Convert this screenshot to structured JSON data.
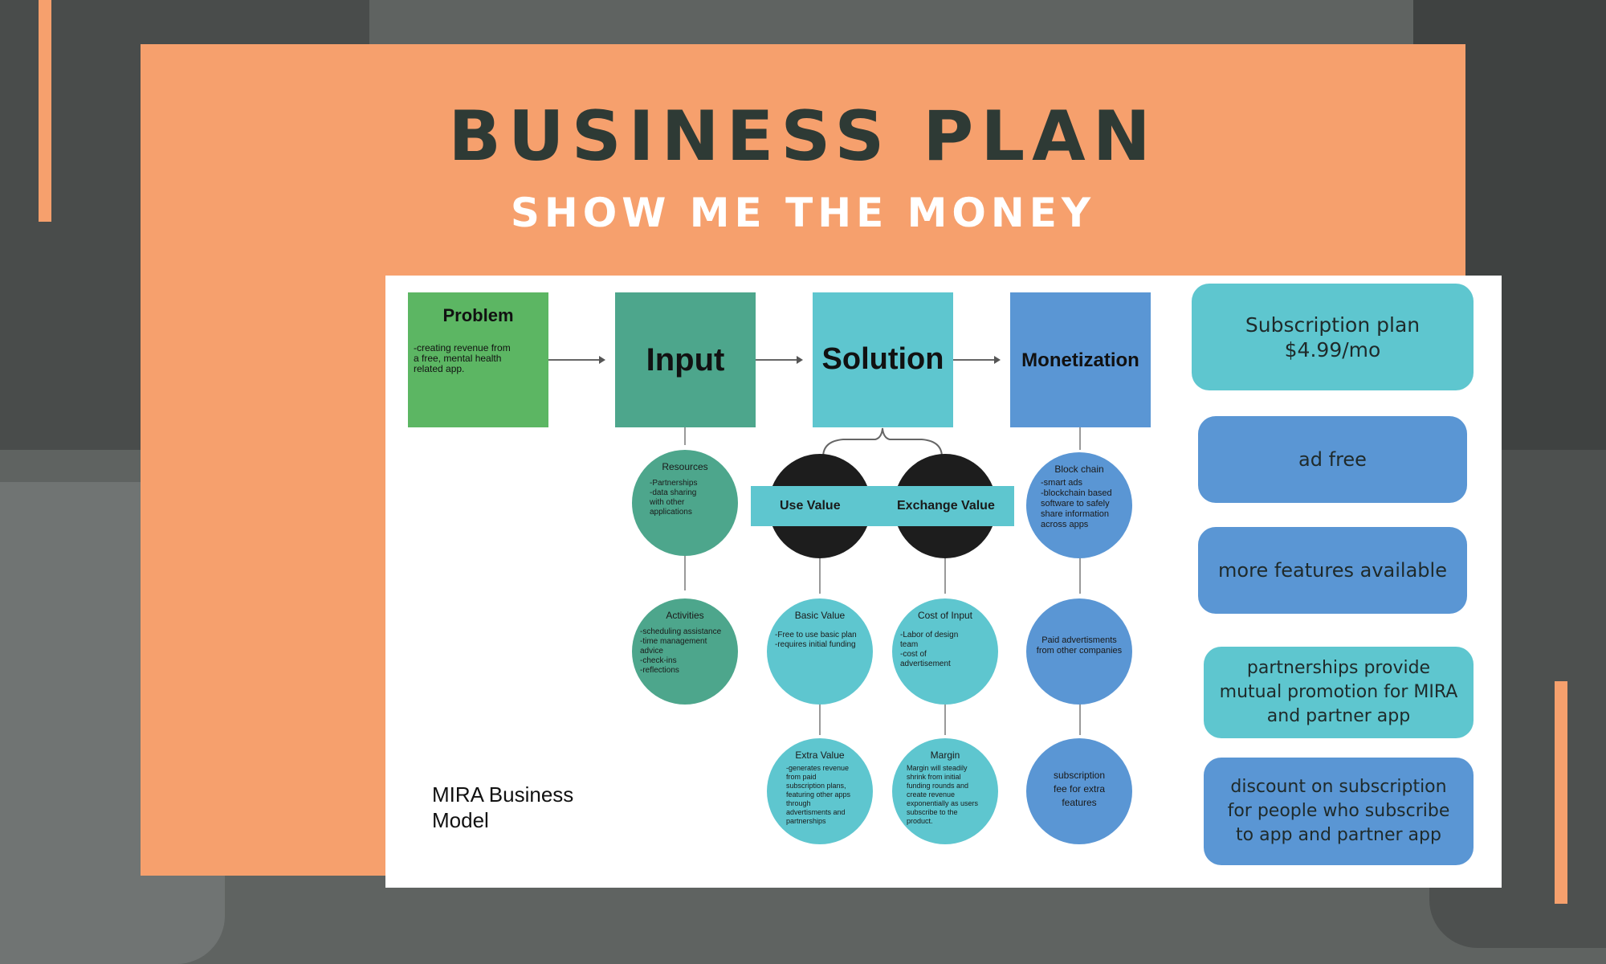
{
  "header": {
    "title": "BUSINESS PLAN",
    "subtitle": "SHOW ME THE MONEY"
  },
  "colors": {
    "card": "#f6a06d",
    "green": "#5cb663",
    "dark_teal": "#4da68c",
    "teal": "#5ec6cf",
    "blue": "#5a96d4",
    "black": "#1d1d1d"
  },
  "diagram": {
    "problem": {
      "title": "Problem",
      "text": "-creating revenue from\n a free, mental health\n related app."
    },
    "input": {
      "title": "Input"
    },
    "solution": {
      "title": "Solution"
    },
    "monetization": {
      "title": "Monetization"
    },
    "resources": {
      "title": "Resources",
      "text": "-Partnerships\n-data sharing\n with other\n applications"
    },
    "activities": {
      "title": "Activities",
      "text": "-scheduling assistance\n-time management\n advice\n-check-ins\n-reflections"
    },
    "use_value": {
      "title": "Use Value"
    },
    "exchange_value": {
      "title": "Exchange Value"
    },
    "basic_value": {
      "title": "Basic Value",
      "text": "-Free to use basic plan\n-requires initial funding"
    },
    "cost_of_input": {
      "title": "Cost of Input",
      "text": "-Labor of design\n team\n-cost of\n advertisement"
    },
    "extra_value": {
      "title": "Extra Value",
      "text": "-generates revenue\n from paid\n subscription plans,\n featuring other apps\n through\n advertisments and\n partnerships"
    },
    "margin": {
      "title": "Margin",
      "text": "Margin will steadily\n shrink from initial\n funding rounds and\n create revenue\n exponentially as users\n subscribe to the\n product."
    },
    "block_chain": {
      "title": "Block chain",
      "text": "-smart ads\n-blockchain based\n software to safely\n share information\n across apps"
    },
    "paid_ads": {
      "text": "Paid advertisments\nfrom other companies"
    },
    "subscription_fee": {
      "text": "subscription\nfee for extra\nfeatures"
    },
    "model_label": "MIRA Business Model"
  },
  "revenue_items": [
    {
      "text": "Subscription plan\n$4.99/mo"
    },
    {
      "text": "ad free"
    },
    {
      "text": "more features available"
    },
    {
      "text": "partnerships provide mutual promotion for MIRA and partner app"
    },
    {
      "text": "discount on subscription for people who subscribe to app and partner app"
    }
  ]
}
